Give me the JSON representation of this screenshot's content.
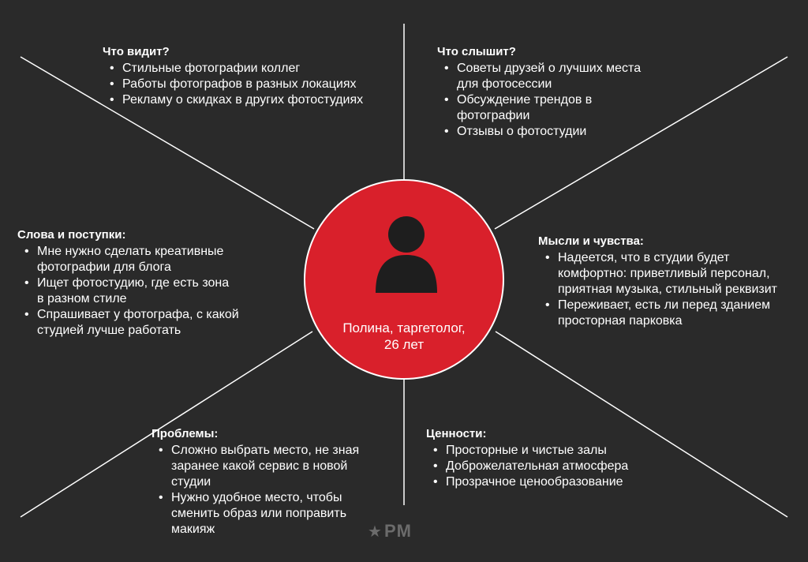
{
  "persona": {
    "line1": "Полина, таргетолог,",
    "line2": "26 лет"
  },
  "sections": {
    "sees": {
      "title": "Что видит?",
      "items": [
        "Стильные фотографии коллег",
        "Работы фотографов в разных локациях",
        "Рекламу о скидках в других фотостудиях"
      ]
    },
    "hears": {
      "title": "Что слышит?",
      "items": [
        "Советы друзей о лучших места для фотосессии",
        "Обсуждение трендов в фотографии",
        "Отзывы о фотостудии"
      ]
    },
    "says_does": {
      "title": "Слова и поступки:",
      "items": [
        "Мне нужно сделать креативные фотографии для блога",
        "Ищет фотостудию, где есть зона в разном стиле",
        "Спрашивает у фотографа, с какой студией лучше работать"
      ]
    },
    "thinks_feels": {
      "title": "Мысли и чувства:",
      "items": [
        "Надеется, что в студии будет комфортно: приветливый персонал, приятная музыка, стильный реквизит",
        "Переживает, есть ли перед зданием просторная парковка"
      ]
    },
    "pains": {
      "title": "Проблемы:",
      "items": [
        "Сложно выбрать место, не зная заранее какой сервис в новой студии",
        "Нужно удобное место, чтобы сменить образ или поправить макияж"
      ]
    },
    "values": {
      "title": "Ценности:",
      "items": [
        "Просторные и чистые залы",
        "Доброжелательная атмосфера",
        "Прозрачное ценообразование"
      ]
    }
  },
  "logo": {
    "mark": "star-icon",
    "text": "PM"
  },
  "colors": {
    "background": "#2a2a2a",
    "accent": "#d9202b",
    "lines": "#ffffff",
    "logo": "#6b6b6b"
  }
}
